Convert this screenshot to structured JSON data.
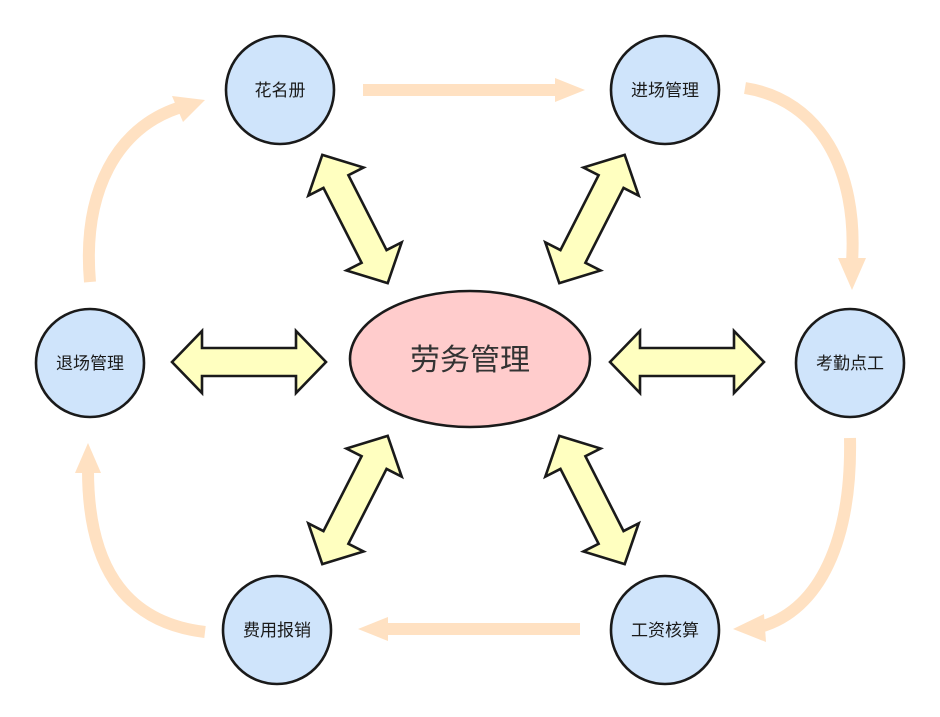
{
  "diagram": {
    "center": {
      "label": "劳务管理",
      "color": "#ffcccc"
    },
    "nodes": [
      {
        "id": "roster",
        "label": "花名册"
      },
      {
        "id": "entry",
        "label": "进场管理"
      },
      {
        "id": "attendance",
        "label": "考勤点工"
      },
      {
        "id": "payroll",
        "label": "工资核算"
      },
      {
        "id": "expense",
        "label": "费用报销"
      },
      {
        "id": "exit",
        "label": "退场管理"
      }
    ],
    "cycle": [
      "roster",
      "entry",
      "attendance",
      "payroll",
      "expense",
      "exit",
      "roster"
    ],
    "colors": {
      "node_fill": "#cfe4fb",
      "double_arrow_fill": "#ffffc0",
      "cycle_arrow": "#ffe1c2",
      "outline": "#1a1a1a"
    }
  }
}
